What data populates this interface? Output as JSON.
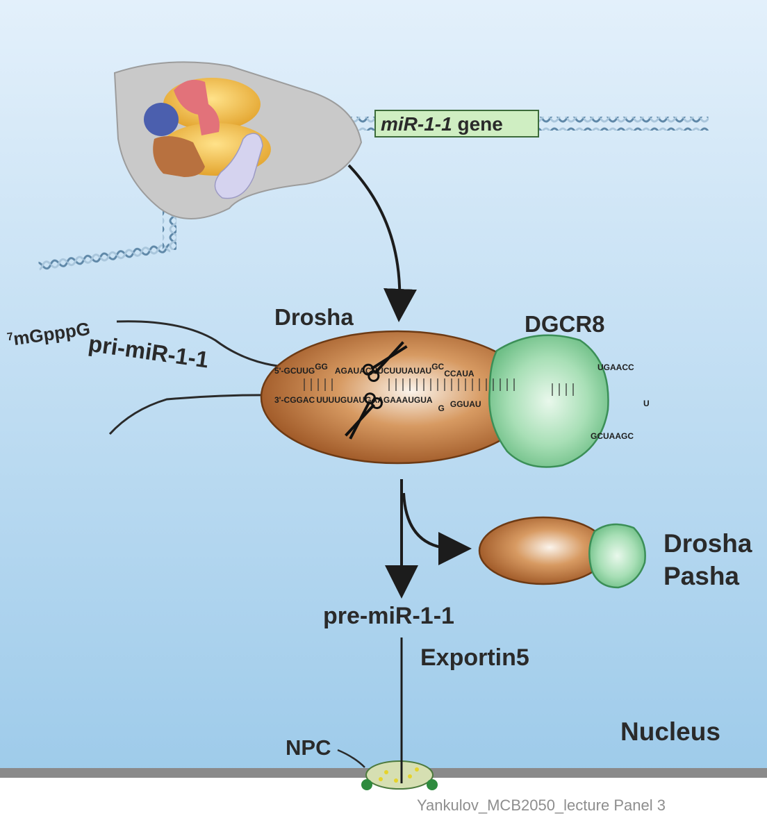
{
  "colors": {
    "background_top": "#e3f0fb",
    "background_bottom": "#9ecbea",
    "drosha": "#b5692e",
    "dgcr8": "#8fd3a4",
    "gene_box": "#cfeec2",
    "membrane": "#8a8a8a"
  },
  "gene": {
    "label_italic": "miR-1-1",
    "label_rest": " gene"
  },
  "labels": {
    "drosha": "Drosha",
    "dgcr8": "DGCR8",
    "cap": "mGpppG",
    "cap_sup": "7",
    "pri": "pri-miR-1-1",
    "product_drosha": "Drosha",
    "product_pasha": "Pasha",
    "pre": "pre-miR-1-1",
    "exportin": "Exportin5",
    "nucleus": "Nucleus",
    "npc": "NPC"
  },
  "sequence": {
    "top_prefix": "5'-GCUUG",
    "top_gg": "GG",
    "top_main": "AGAUACUUCUUUAUAU",
    "top_gc": "GC",
    "top_ccaua": "CCAUA",
    "loop_top": "UGAACC",
    "loop_mid": "U",
    "loop_bottom": "GCUAAGC",
    "bottom_prefix": "3'-CGGAC",
    "bottom_main": "UUUUGUAUGAAGAAAUGUA",
    "bottom_g": "G",
    "bottom_gguau": "GGUAU"
  },
  "caption": "Yankulov_MCB2050_lecture Panel 3"
}
